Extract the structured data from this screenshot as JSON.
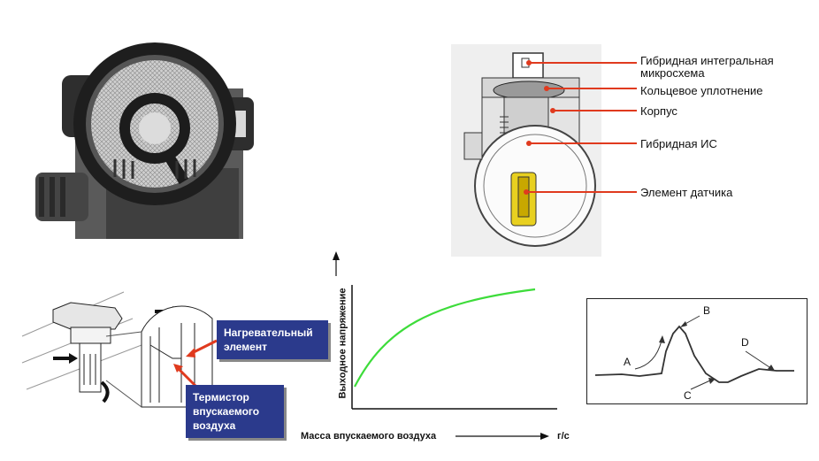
{
  "sensor_section": {
    "labels": [
      "Гибридная интегральная микросхема",
      "Кольцевое уплотнение",
      "Корпус",
      "Гибридная ИС",
      "Элемент датчика"
    ]
  },
  "heater_section": {
    "heater_label": "Нагревательный элемент",
    "thermistor_label": "Термистор впускаемого воздуха"
  },
  "graph": {
    "ylabel": "Выходное напряжение",
    "xlabel": "Масса впускаемого воздуха",
    "x_unit": "г/с"
  },
  "waveform": {
    "points": [
      "A",
      "B",
      "C",
      "D"
    ]
  },
  "colors": {
    "callout_red": "#e03a1e",
    "curve_green": "#3ddc3a",
    "box_blue": "#2b3a8c",
    "sensor_yellow": "#e8d020"
  }
}
